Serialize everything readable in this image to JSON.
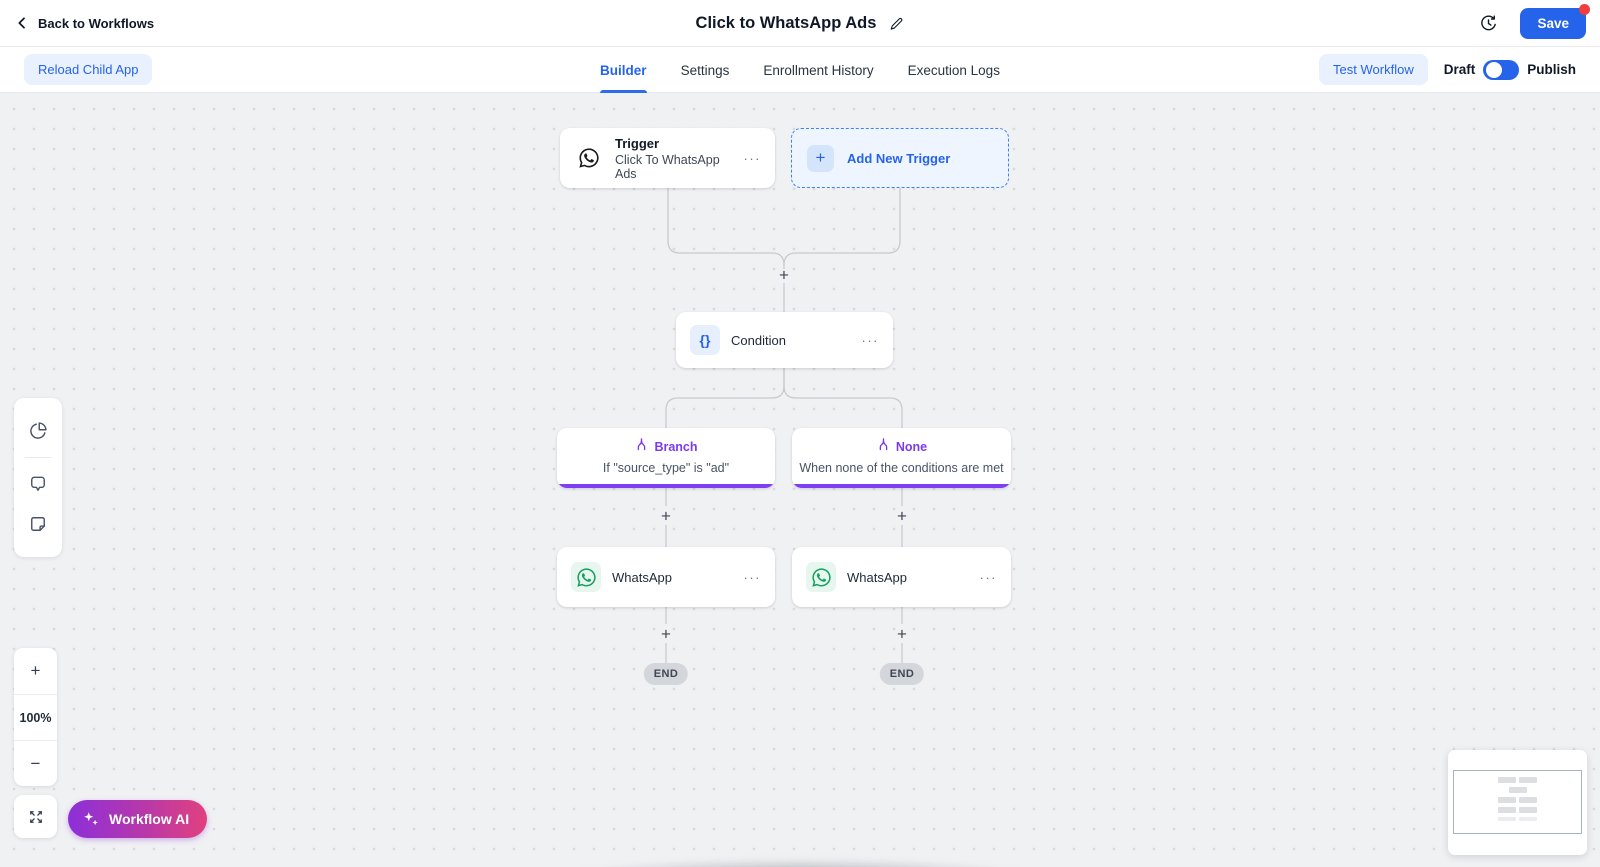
{
  "header": {
    "back_label": "Back to Workflows",
    "title": "Click to WhatsApp Ads",
    "save_label": "Save"
  },
  "tabbar": {
    "reload_label": "Reload Child App",
    "tabs": [
      {
        "label": "Builder",
        "active": true
      },
      {
        "label": "Settings",
        "active": false
      },
      {
        "label": "Enrollment History",
        "active": false
      },
      {
        "label": "Execution Logs",
        "active": false
      }
    ],
    "test_workflow_label": "Test Workflow",
    "draft_label": "Draft",
    "publish_label": "Publish"
  },
  "canvas": {
    "plus_glyph": "+",
    "menu_glyph": "···",
    "trigger": {
      "title": "Trigger",
      "subtitle": "Click To WhatsApp Ads"
    },
    "add_trigger": {
      "plus": "+",
      "label": "Add New Trigger"
    },
    "condition": {
      "icon_glyph": "{}",
      "label": "Condition"
    },
    "branches": [
      {
        "label": "Branch",
        "description": "If \"source_type\" is \"ad\""
      },
      {
        "label": "None",
        "description": "When none of the conditions are met"
      }
    ],
    "whatsapp_nodes": [
      {
        "label": "WhatsApp"
      },
      {
        "label": "WhatsApp"
      }
    ],
    "end_labels": [
      "END",
      "END"
    ]
  },
  "left_toolbar": {
    "icons": [
      "pie-chart",
      "comment",
      "sticky-note"
    ]
  },
  "zoom_controls": {
    "zoom_in": "+",
    "zoom_level": "100%",
    "zoom_out": "−"
  },
  "workflow_ai": {
    "label": "Workflow AI"
  },
  "colors": {
    "accent_blue": "#2563eb",
    "branch_purple": "#7c3aed",
    "branch_bar": "#7e3ff2",
    "whatsapp_green": "#17a05e",
    "save_dot_red": "#f23d3d",
    "ai_gradient_start": "#8c2fd9",
    "ai_gradient_end": "#e1417e",
    "canvas_bg": "#f0f1f3"
  }
}
